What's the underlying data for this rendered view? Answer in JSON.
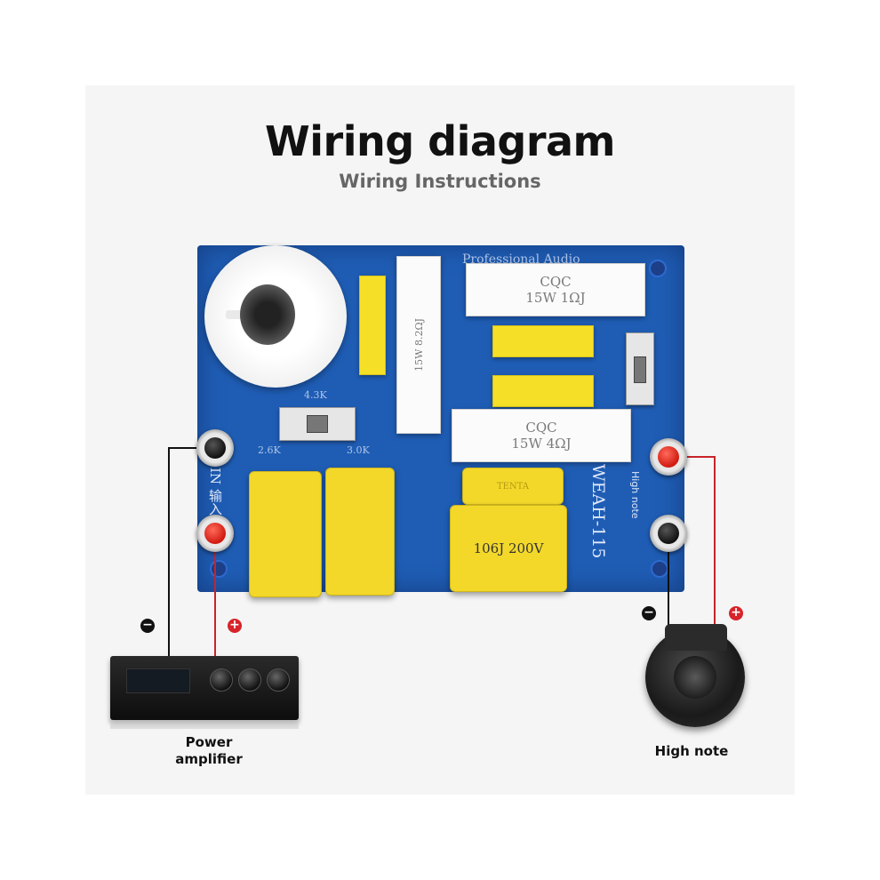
{
  "header": {
    "title": "Wiring diagram",
    "subtitle": "Wiring Instructions"
  },
  "board": {
    "brand_text": "Professional Audio",
    "model": "WEAH-115",
    "silk_labels": [
      "4.3K",
      "2.6K",
      "3.0K"
    ],
    "input_label": "IN 输入",
    "high_note_label": "High note",
    "resistor_top": {
      "brand": "CQC",
      "rating": "15W 1ΩJ"
    },
    "resistor_mid": {
      "brand": "CQC",
      "rating": "15W 4ΩJ"
    },
    "resistor_vertical": "15W 8.2ΩJ",
    "capacitor_big": "106J 200V",
    "capacitor_small": "TENTA"
  },
  "components": {
    "amplifier_label": "Power\namplifier",
    "tweeter_label": "High note"
  },
  "polarity": {
    "negative": "−",
    "positive": "+"
  },
  "colors": {
    "board": "#1f5db5",
    "wire_negative": "#111111",
    "wire_positive": "#c8232a",
    "capacitor": "#f3d82a"
  }
}
